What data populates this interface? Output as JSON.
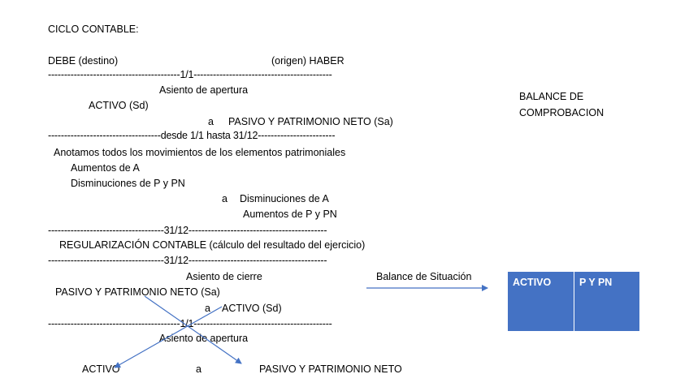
{
  "title": "CICLO CONTABLE:",
  "header": {
    "debe": "DEBE (destino)",
    "haber": "(origen)  HABER"
  },
  "dashes": {
    "d1": "-----------------------------------------1/1-------------------------------------------",
    "d2": "-----------------------------------desde 1/1 hasta 31/12------------------------",
    "d3": "------------------------------------31/12-------------------------------------------",
    "d4": "------------------------------------31/12-------------------------------------------",
    "d5": "-----------------------------------------1/1-------------------------------------------"
  },
  "apertura": {
    "title": "Asiento de apertura",
    "activo": "ACTIVO (Sd)",
    "a": "a",
    "pasivo": "PASIVO Y PATRIMONIO NETO (Sa)"
  },
  "movimientos": {
    "line1": "Anotamos todos los movimientos de los elementos patrimoniales",
    "line2": "Aumentos de A",
    "line3": "Disminuciones de P y PN",
    "a": "a",
    "line4": "Disminuciones de A",
    "line5": "Aumentos de P y PN"
  },
  "regularizacion": "REGULARIZACIÓN CONTABLE (cálculo del resultado del ejercicio)",
  "cierre": {
    "title": "Asiento de cierre",
    "pasivo": "PASIVO Y PATRIMONIO NETO (Sa)",
    "a": "a",
    "activo": "ACTIVO (Sd)"
  },
  "apertura2": {
    "title": "Asiento de apertura",
    "activo": "ACTIVO",
    "a": "a",
    "pasivo": "PASIVO Y PATRIMONIO NETO"
  },
  "balance_comprobacion": {
    "line1": "BALANCE DE",
    "line2": "COMPROBACION"
  },
  "balance_situacion": {
    "label": "Balance de Situación",
    "col1": "ACTIVO",
    "col2": "P Y PN"
  },
  "colors": {
    "box": "#4472c4",
    "arrow": "#4472c4"
  }
}
